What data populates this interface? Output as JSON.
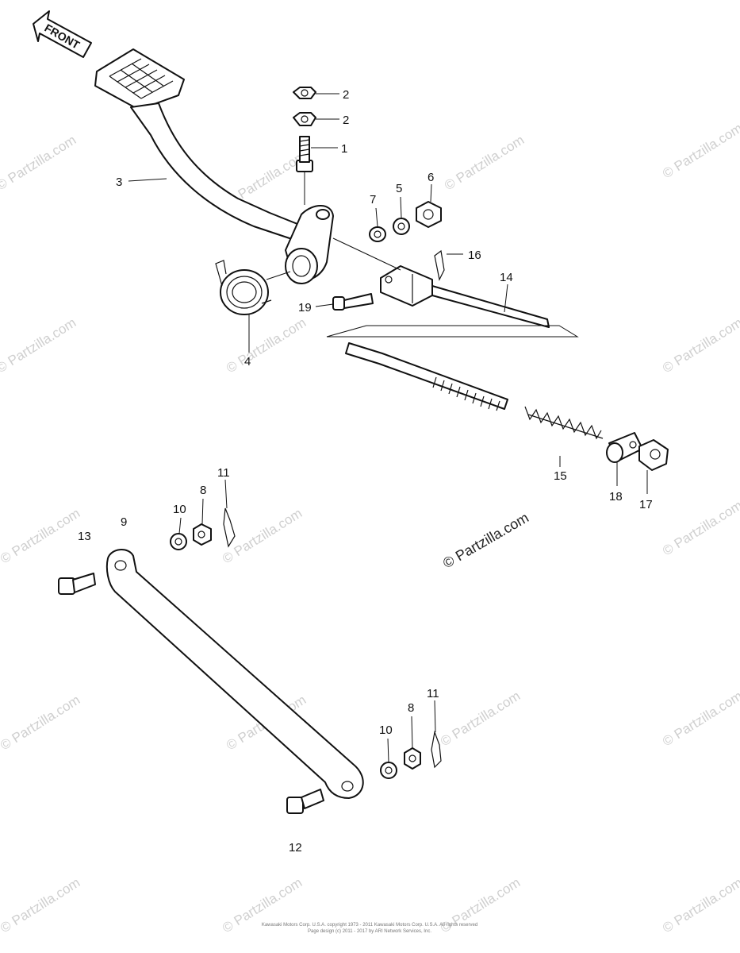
{
  "diagram": {
    "direction_label": "FRONT",
    "callouts": [
      {
        "id": "c2a",
        "text": "2"
      },
      {
        "id": "c2b",
        "text": "2"
      },
      {
        "id": "c1",
        "text": "1"
      },
      {
        "id": "c3",
        "text": "3"
      },
      {
        "id": "c7",
        "text": "7"
      },
      {
        "id": "c5",
        "text": "5"
      },
      {
        "id": "c6",
        "text": "6"
      },
      {
        "id": "c16",
        "text": "16"
      },
      {
        "id": "c14",
        "text": "14"
      },
      {
        "id": "c19",
        "text": "19"
      },
      {
        "id": "c4",
        "text": "4"
      },
      {
        "id": "c15",
        "text": "15"
      },
      {
        "id": "c18",
        "text": "18"
      },
      {
        "id": "c17",
        "text": "17"
      },
      {
        "id": "c9",
        "text": "9"
      },
      {
        "id": "c13",
        "text": "13"
      },
      {
        "id": "c10a",
        "text": "10"
      },
      {
        "id": "c8a",
        "text": "8"
      },
      {
        "id": "c11a",
        "text": "11"
      },
      {
        "id": "c10b",
        "text": "10"
      },
      {
        "id": "c8b",
        "text": "8"
      },
      {
        "id": "c11b",
        "text": "11"
      },
      {
        "id": "c12",
        "text": "12"
      }
    ],
    "watermark_text": "© Partzilla.com",
    "footer_line1": "Kawasaki Motors Corp. U.S.A. copyright 1973 - 2011 Kawasaki Motors Corp. U.S.A. All rights reserved",
    "footer_line2": "Page design (c) 2011 - 2017 by ARI Network Services, Inc."
  }
}
